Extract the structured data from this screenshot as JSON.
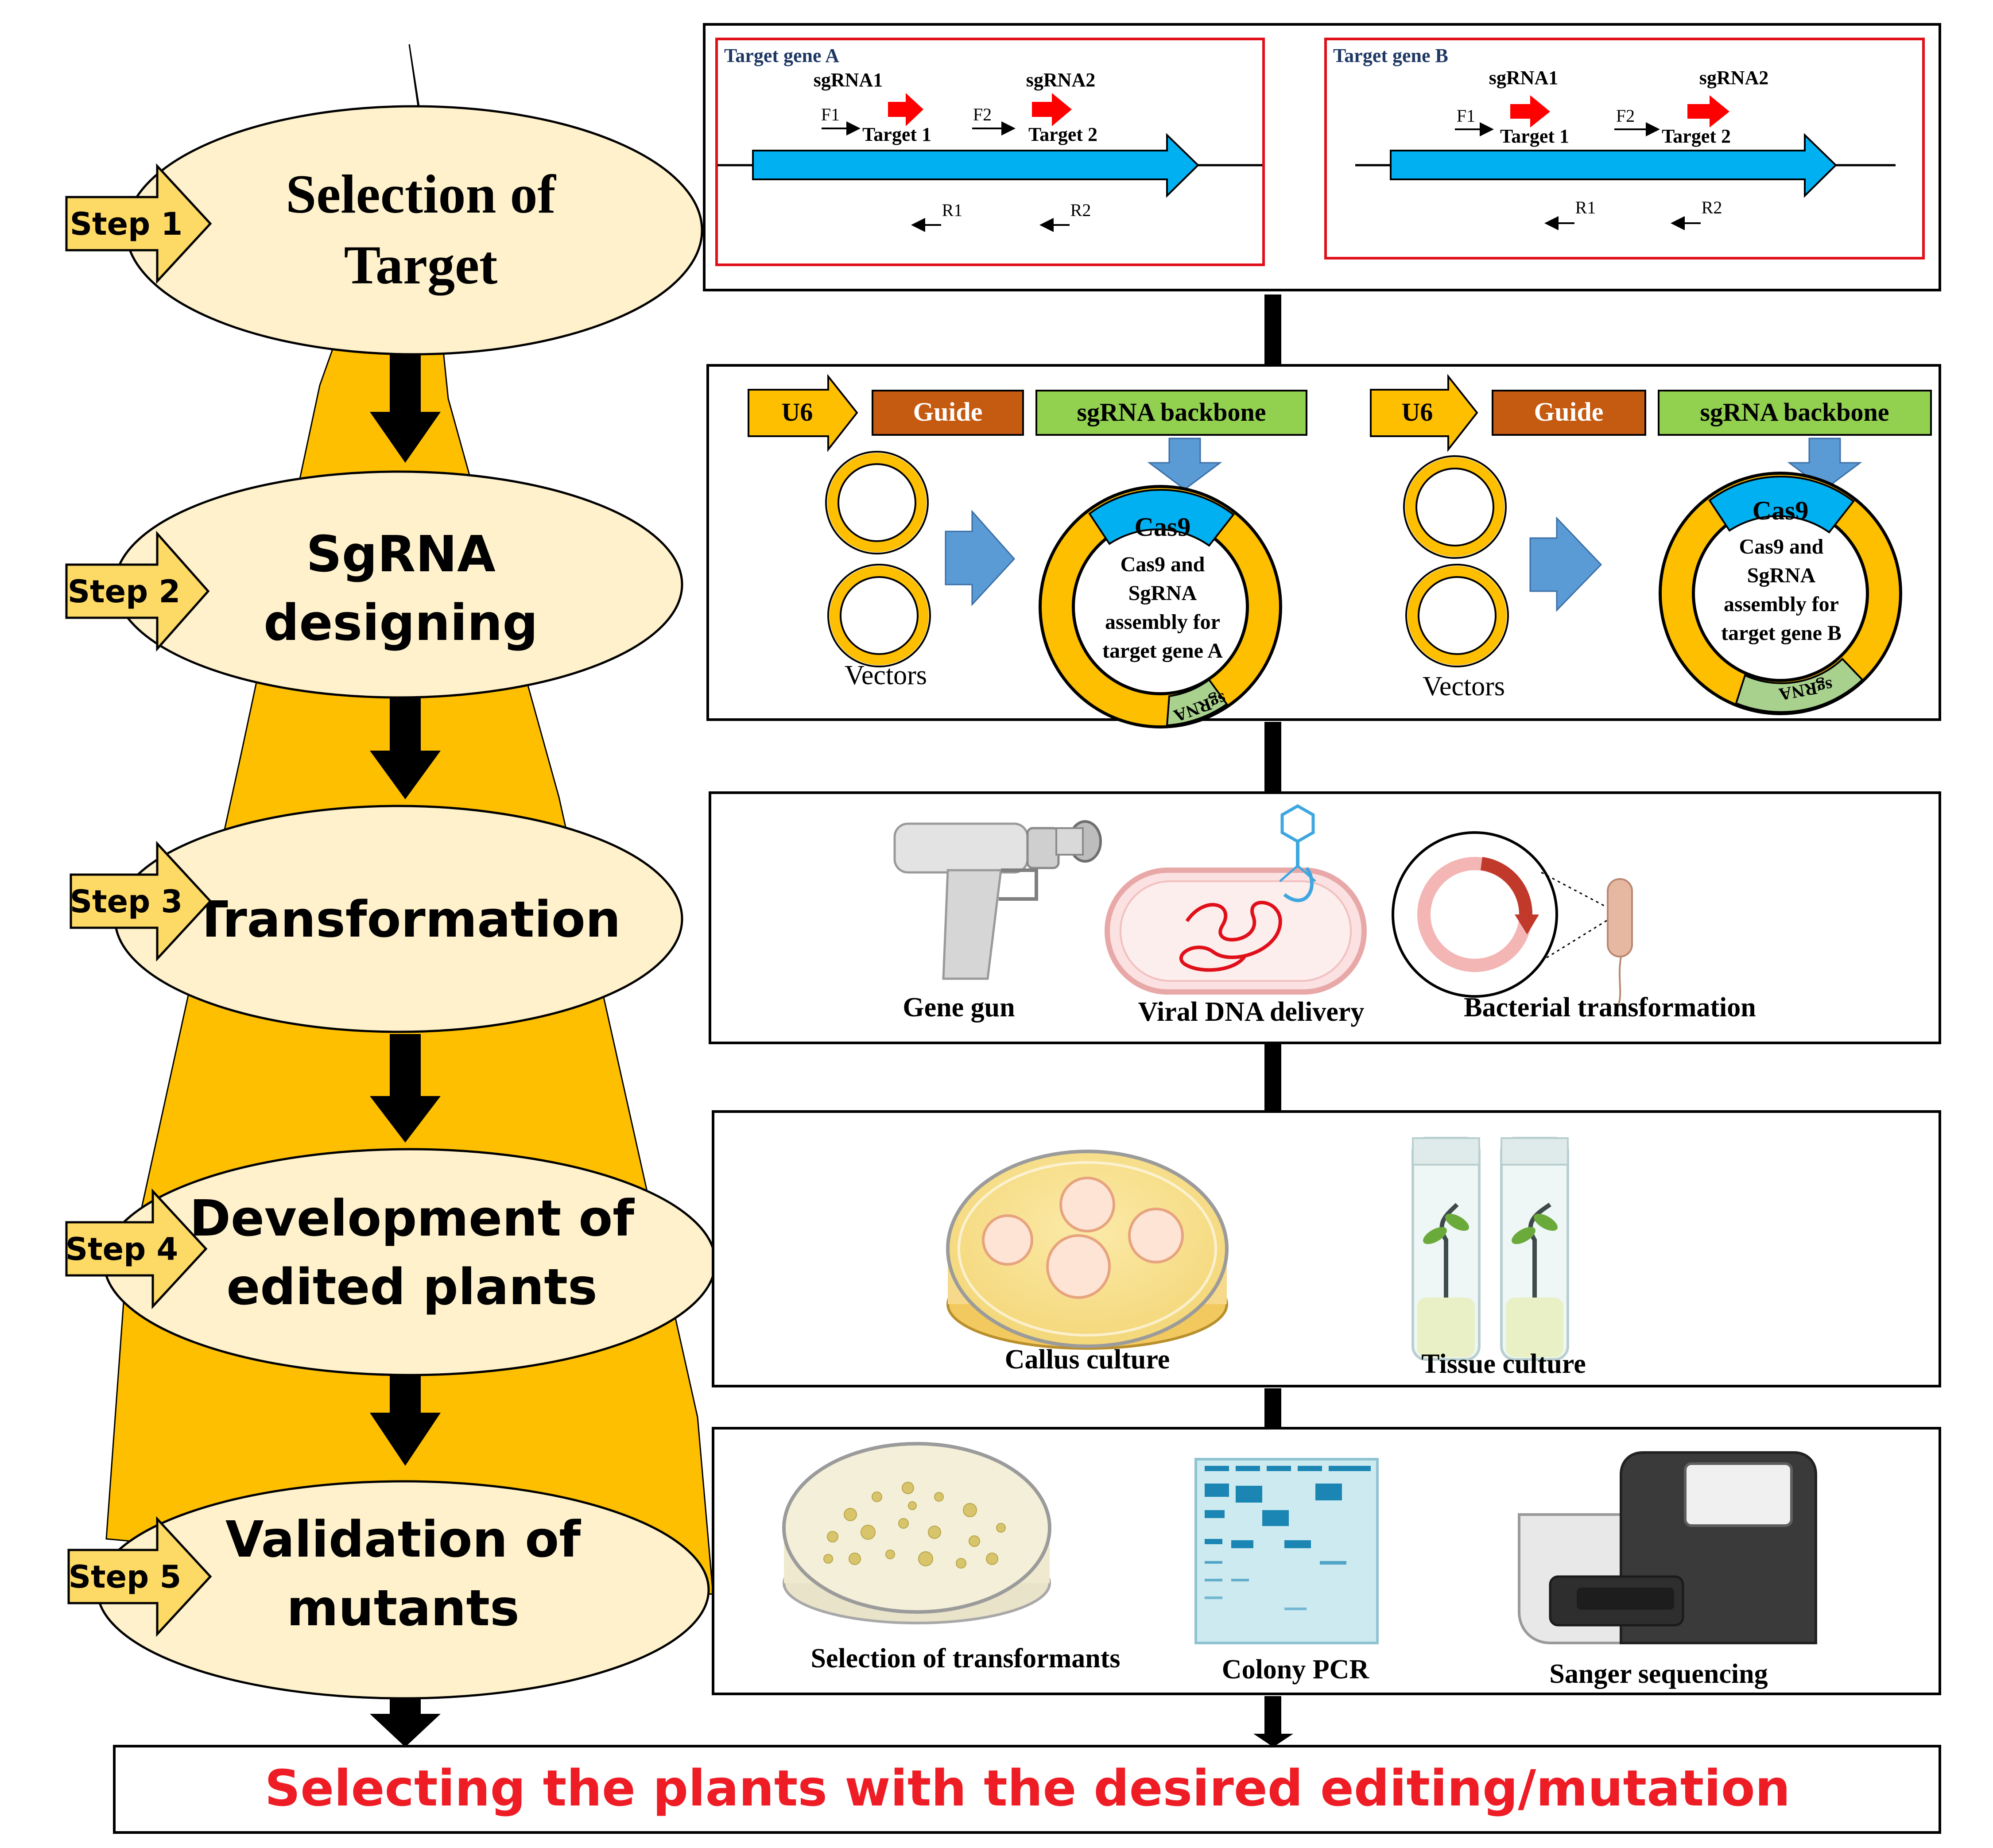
{
  "steps": [
    {
      "badge": "Step 1",
      "title_lines": [
        "Selection of",
        "Target"
      ]
    },
    {
      "badge": "Step 2",
      "title_lines": [
        "SgRNA",
        "designing"
      ]
    },
    {
      "badge": "Step 3",
      "title_lines": [
        "Transformation"
      ]
    },
    {
      "badge": "Step 4",
      "title_lines": [
        "Development of",
        "edited plants"
      ]
    },
    {
      "badge": "Step 5",
      "title_lines": [
        "Validation of",
        "mutants"
      ]
    }
  ],
  "panel1": {
    "gene_a": {
      "title": "Target gene A",
      "sgrna1": "sgRNA1",
      "sgrna2": "sgRNA2",
      "f1": "F1",
      "f2": "F2",
      "target1": "Target 1",
      "target2": "Target 2",
      "r1": "R1",
      "r2": "R2"
    },
    "gene_b": {
      "title": "Target gene B",
      "sgrna1": "sgRNA1",
      "sgrna2": "sgRNA2",
      "f1": "F1",
      "f2": "F2",
      "target1": "Target 1",
      "target2": "Target 2",
      "r1": "R1",
      "r2": "R2"
    }
  },
  "panel2": {
    "left": {
      "u6": "U6",
      "guide": "Guide",
      "backbone": "sgRNA backbone",
      "vectors": "Vectors",
      "cas9": "Cas9",
      "sgrna_tag": "sgRNA",
      "assembly_lines": [
        "Cas9 and",
        "SgRNA",
        "assembly for",
        "target gene A"
      ]
    },
    "right": {
      "u6": "U6",
      "guide": "Guide",
      "backbone": "sgRNA backbone",
      "vectors": "Vectors",
      "cas9": "Cas9",
      "sgrna_tag": "sgRNA",
      "assembly_lines": [
        "Cas9 and",
        "SgRNA",
        "assembly for",
        "target gene B"
      ]
    }
  },
  "panel3": {
    "labels": [
      "Gene gun",
      "Viral DNA delivery",
      "Bacterial transformation"
    ]
  },
  "panel4": {
    "labels": [
      "Callus culture",
      "Tissue culture"
    ]
  },
  "panel5": {
    "labels": [
      "Selection of transformants",
      "Colony PCR",
      "Sanger sequencing"
    ]
  },
  "final": {
    "text": "Selecting the plants with the desired editing/mutation"
  },
  "colors": {
    "funnel": "#FDBF00",
    "ellipse": "#FEF1CB",
    "badge": "#FDD966",
    "gene_arrow": "#00B0F0",
    "sgrna_arrow": "#FF0000",
    "panel_red": "#E0101A",
    "guide": "#C55A11",
    "backbone": "#92D050",
    "cas9": "#00B0F0",
    "blue_arrow": "#5B9BD5",
    "final_text": "#EE1C25"
  }
}
